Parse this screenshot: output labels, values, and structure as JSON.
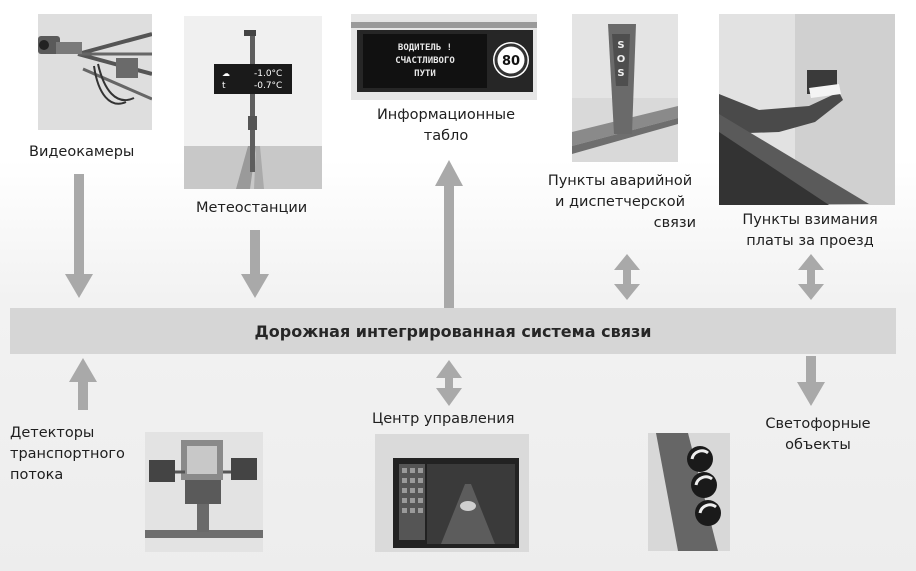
{
  "system": {
    "title": "Дорожная интегрированная система связи"
  },
  "nodes": {
    "cameras": {
      "label": "Видеокамеры"
    },
    "weather": {
      "label": "Метеостанции",
      "readout1": "-1.0°C",
      "readout2": "-0.7°C",
      "t_symbol": "t"
    },
    "boards": {
      "label_line1": "Информационные",
      "label_line2": "табло",
      "board_line1": "ВОДИТЕЛЬ !",
      "board_line2": "СЧАСТЛИВОГО",
      "board_line3": "ПУТИ",
      "speed": "80"
    },
    "emergency": {
      "label_line1": "Пункты аварийной",
      "label_line2": "и диспетчерской",
      "label_line3": "связи",
      "sos": "SOS"
    },
    "toll": {
      "label_line1": "Пункты взимания",
      "label_line2": "платы за проезд"
    },
    "detectors": {
      "label_line1": "Детекторы",
      "label_line2": "транспортного",
      "label_line3": "потока"
    },
    "control": {
      "label": "Центр управления"
    },
    "traffic_lights": {
      "label_line1": "Светофорные",
      "label_line2": "объекты"
    }
  },
  "colors": {
    "arrow": "#a9a9a9",
    "bar": "#d6d6d6",
    "panel": "#dcdcdc"
  }
}
